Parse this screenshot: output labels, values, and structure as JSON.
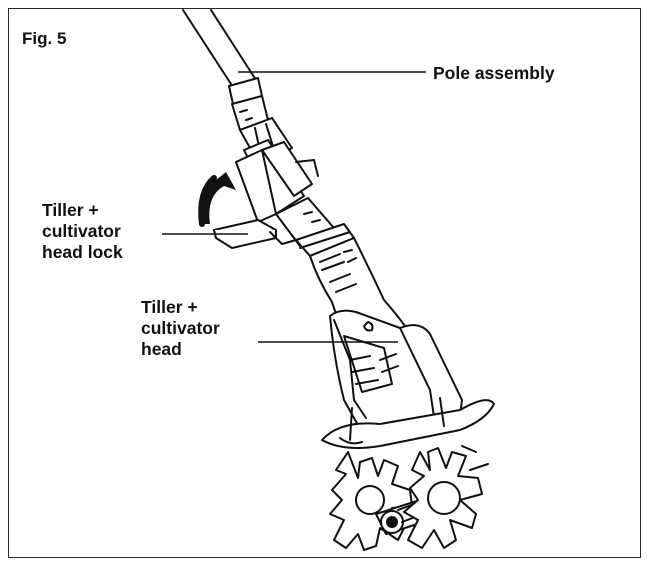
{
  "figure": {
    "title": "Fig. 5"
  },
  "callouts": {
    "pole_assembly": "Pole assembly",
    "head_lock": [
      "Tiller +",
      "cultivator",
      "head lock"
    ],
    "head": [
      "Tiller +",
      "cultivator",
      "head"
    ]
  },
  "colors": {
    "ink": "#111111",
    "frame": "#2a2a2a",
    "background": "#ffffff"
  },
  "icons": {
    "rotation": "curved-arrow-icon"
  }
}
